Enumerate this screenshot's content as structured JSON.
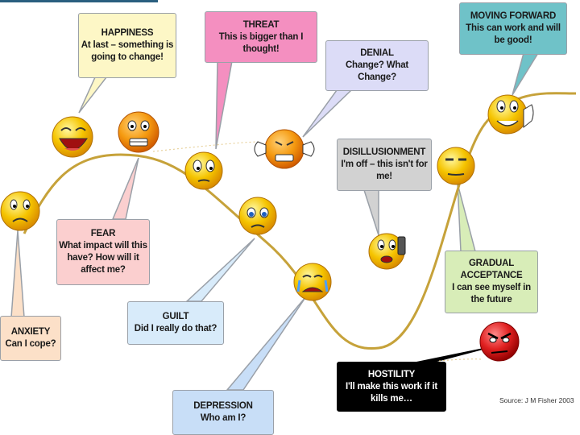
{
  "stages": [
    {
      "id": "happiness",
      "title": "HAPPINESS",
      "body": "At last – something is going to change!",
      "bg": "#fdf7c6",
      "fg": "#1a1a1a"
    },
    {
      "id": "threat",
      "title": "THREAT",
      "body": "This is bigger than I thought!",
      "bg": "#f48fc0",
      "fg": "#1a1a1a"
    },
    {
      "id": "moving-forward",
      "title": "MOVING FORWARD",
      "body": "This can work and will be good!",
      "bg": "#6fc2c8",
      "fg": "#1a1a1a"
    },
    {
      "id": "denial",
      "title": "DENIAL",
      "body": "Change? What Change?",
      "bg": "#dcdcf7",
      "fg": "#1a1a1a"
    },
    {
      "id": "disillusionment",
      "title": "DISILLUSIONMENT",
      "body": "I'm off – this isn't for me!",
      "bg": "#d2d2d2",
      "fg": "#1a1a1a"
    },
    {
      "id": "fear",
      "title": "FEAR",
      "body": "What impact will this have? How will it affect me?",
      "bg": "#fbcfcf",
      "fg": "#1a1a1a"
    },
    {
      "id": "gradual-acceptance",
      "title": "GRADUAL ACCEPTANCE",
      "body": "I can see myself in the future",
      "bg": "#d8edb8",
      "fg": "#1a1a1a"
    },
    {
      "id": "guilt",
      "title": "GUILT",
      "body": "Did I really do that?",
      "bg": "#d8ebfa",
      "fg": "#1a1a1a"
    },
    {
      "id": "anxiety",
      "title": "ANXIETY",
      "body": "Can I cope?",
      "bg": "#fce0c8",
      "fg": "#1a1a1a"
    },
    {
      "id": "hostility",
      "title": "HOSTILITY",
      "body": "I'll make this work if it kills me…",
      "bg": "#000000",
      "fg": "#ffffff"
    },
    {
      "id": "depression",
      "title": "DEPRESSION",
      "body": "Who am I?",
      "bg": "#c8def7",
      "fg": "#1a1a1a"
    }
  ],
  "source": "Source:   J M Fisher 2003",
  "colors": {
    "curve": "#c6a23a",
    "face": "#f5c400",
    "angry_face": "#d92020"
  }
}
